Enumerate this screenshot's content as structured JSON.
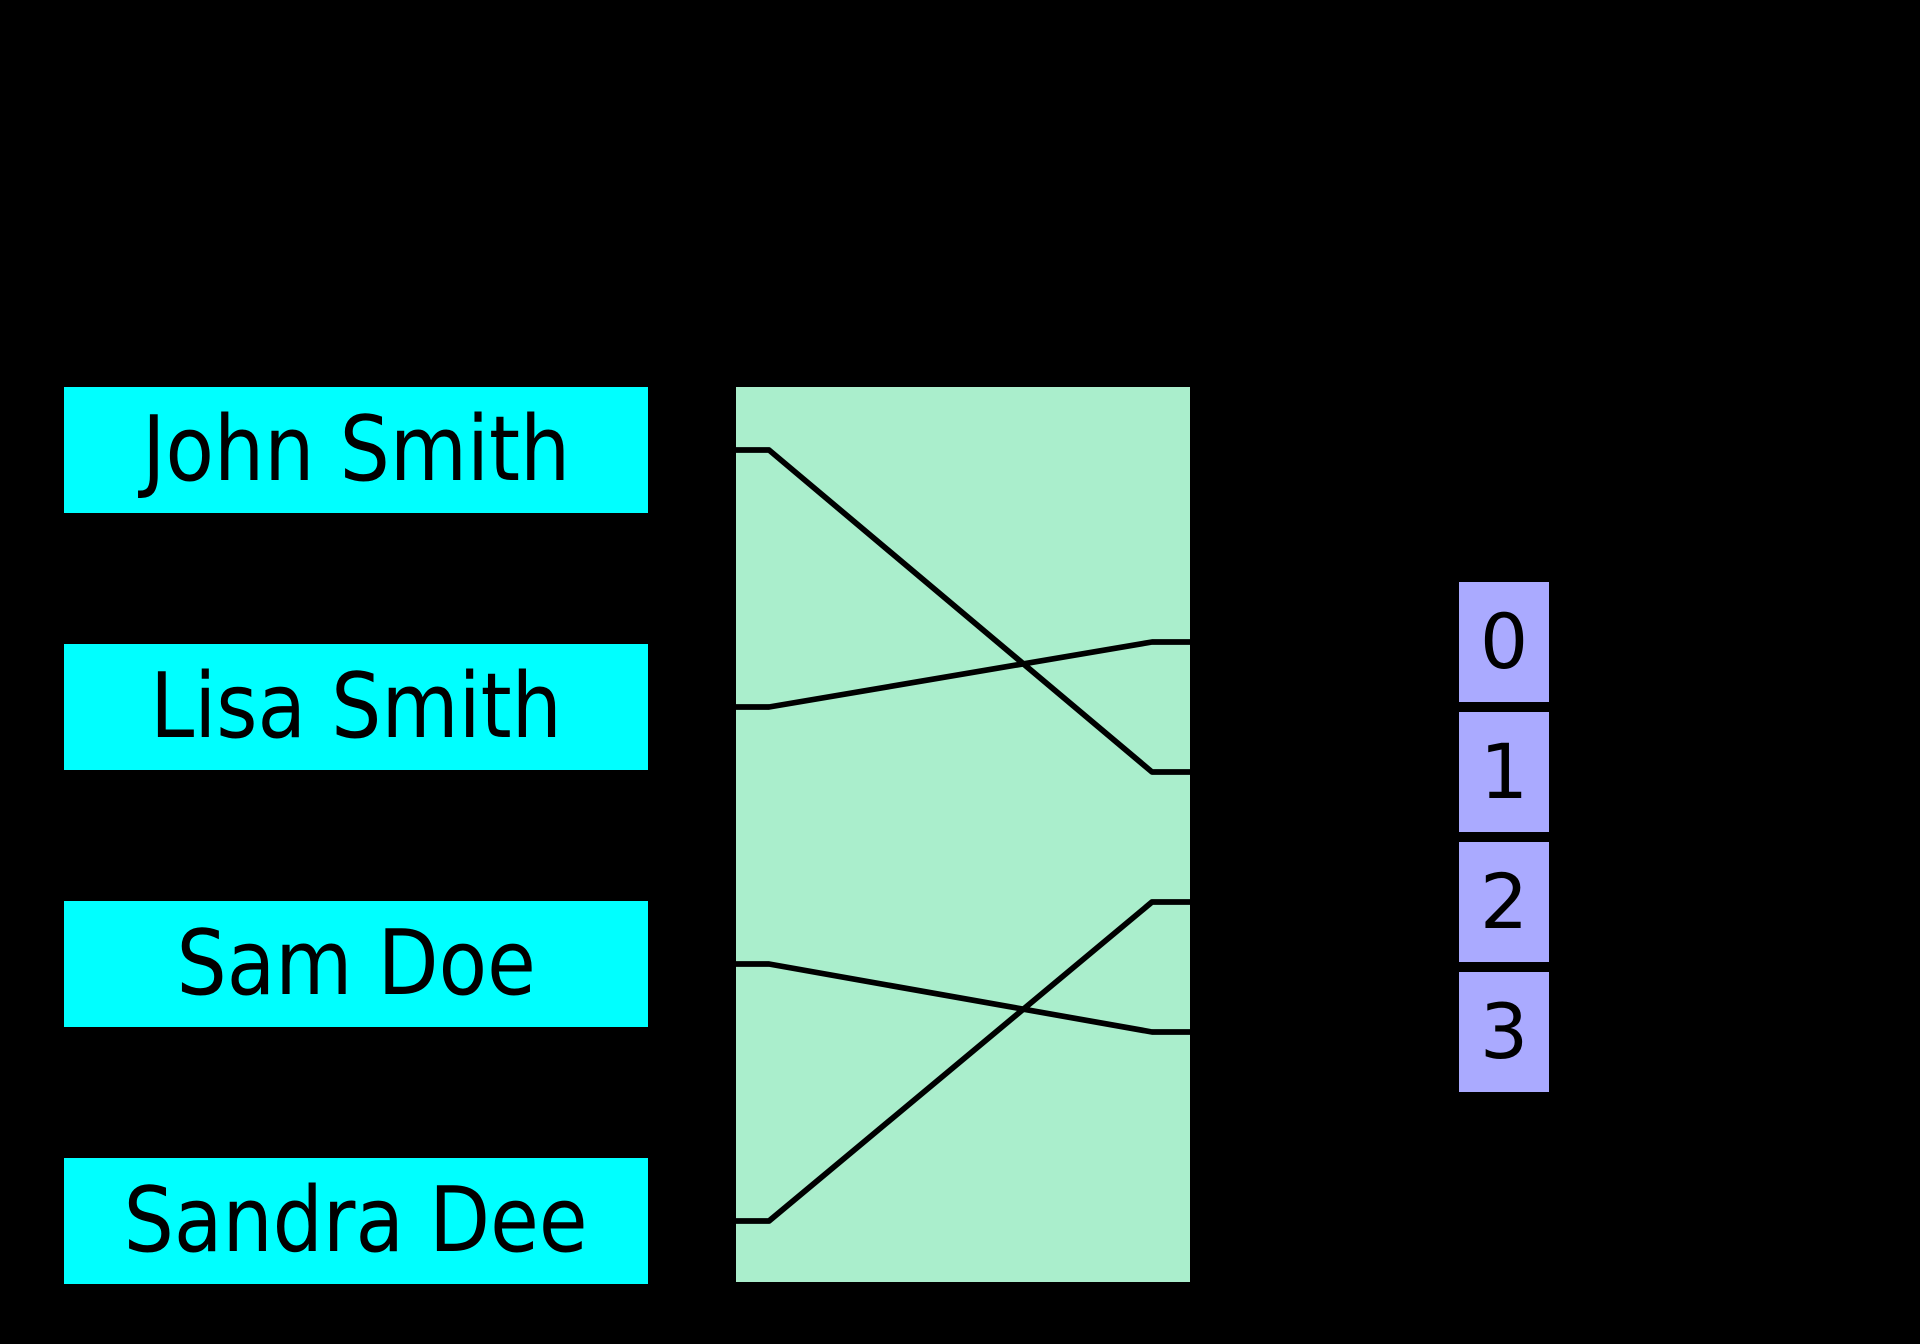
{
  "diagram": {
    "type": "hash-function-mapping",
    "keys": [
      {
        "label": "John Smith",
        "bucket": 1
      },
      {
        "label": "Lisa Smith",
        "bucket": 0
      },
      {
        "label": "Sam Doe",
        "bucket": 3
      },
      {
        "label": "Sandra Dee",
        "bucket": 2
      }
    ],
    "buckets": [
      {
        "label": "0"
      },
      {
        "label": "1"
      },
      {
        "label": "2"
      },
      {
        "label": "3"
      }
    ],
    "colors": {
      "background": "#000000",
      "key_fill": "#00ffff",
      "hash_fill": "#aaeecc",
      "bucket_fill": "#aaaaff",
      "line": "#000000",
      "text": "#000000"
    }
  }
}
